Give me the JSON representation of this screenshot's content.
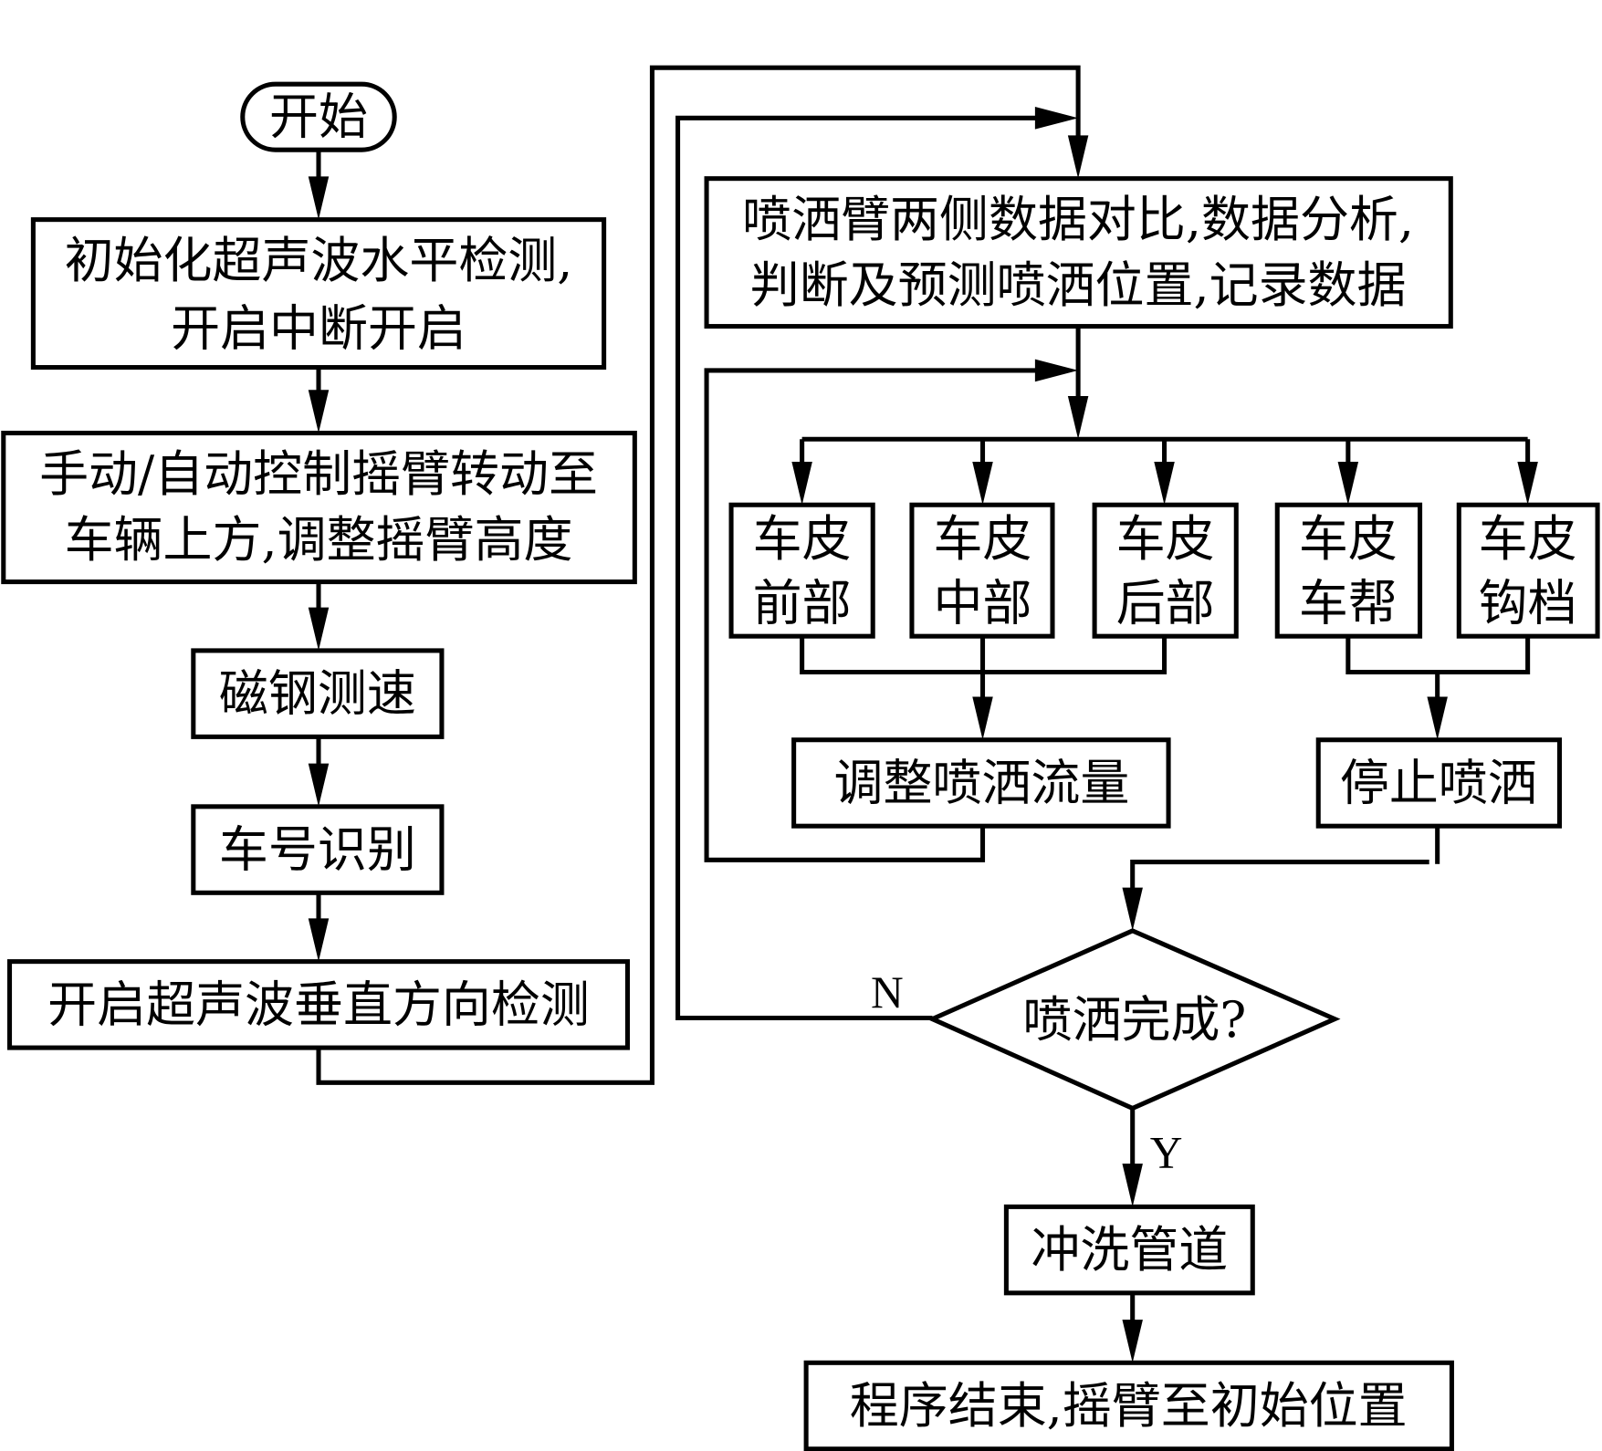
{
  "diagram": {
    "type": "flowchart",
    "colors": {
      "stroke": "#000000",
      "background": "#ffffff",
      "text": "#000000"
    },
    "nodes": {
      "start": {
        "label": "开始",
        "shape": "terminal"
      },
      "init": {
        "lines": [
          "初始化超声波水平检测,",
          "开启中断开启"
        ],
        "shape": "process"
      },
      "arm_position": {
        "lines": [
          "手动/自动控制摇臂转动至",
          "车辆上方,调整摇臂高度"
        ],
        "shape": "process"
      },
      "speed": {
        "label": "磁钢测速",
        "shape": "process"
      },
      "car_id": {
        "label": "车号识别",
        "shape": "process"
      },
      "vertical_detect": {
        "label": "开启超声波垂直方向检测",
        "shape": "process"
      },
      "analysis": {
        "lines": [
          "喷洒臂两侧数据对比,数据分析,",
          "判断及预测喷洒位置,记录数据"
        ],
        "shape": "process"
      },
      "branches": [
        {
          "lines": [
            "车皮",
            "前部"
          ]
        },
        {
          "lines": [
            "车皮",
            "中部"
          ]
        },
        {
          "lines": [
            "车皮",
            "后部"
          ]
        },
        {
          "lines": [
            "车皮",
            "车帮"
          ]
        },
        {
          "lines": [
            "车皮",
            "钩档"
          ]
        }
      ],
      "adjust_flow": {
        "label": "调整喷洒流量",
        "shape": "process"
      },
      "stop_spray": {
        "label": "停止喷洒",
        "shape": "process"
      },
      "decision": {
        "label": "喷洒完成?",
        "shape": "decision",
        "no_label": "N",
        "yes_label": "Y"
      },
      "flush": {
        "label": "冲洗管道",
        "shape": "process"
      },
      "end": {
        "label": "程序结束,摇臂至初始位置",
        "shape": "process"
      }
    },
    "edges": [
      [
        "start",
        "init"
      ],
      [
        "init",
        "arm_position"
      ],
      [
        "arm_position",
        "speed"
      ],
      [
        "speed",
        "car_id"
      ],
      [
        "car_id",
        "vertical_detect"
      ],
      [
        "vertical_detect",
        "analysis"
      ],
      [
        "analysis",
        "branches"
      ],
      [
        "branches.0-2",
        "adjust_flow"
      ],
      [
        "branches.3-4",
        "stop_spray"
      ],
      [
        "adjust_flow",
        "branches"
      ],
      [
        "stop_spray",
        "decision"
      ],
      [
        "decision:N",
        "analysis"
      ],
      [
        "decision:Y",
        "flush"
      ],
      [
        "flush",
        "end"
      ]
    ]
  }
}
